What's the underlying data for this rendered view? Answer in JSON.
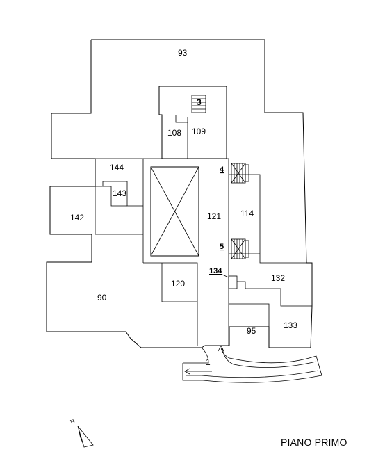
{
  "title": "PIANO PRIMO",
  "rooms": {
    "r93": "93",
    "r3": "3",
    "r108": "108",
    "r109": "109",
    "r144": "144",
    "r143": "143",
    "r4": "4",
    "r142": "142",
    "r121": "121",
    "r114": "114",
    "r5": "5",
    "r134": "134",
    "r132": "132",
    "r120": "120",
    "r90": "90",
    "r95": "95",
    "r133": "133",
    "r1": "1"
  },
  "compass": {
    "label": "N"
  }
}
